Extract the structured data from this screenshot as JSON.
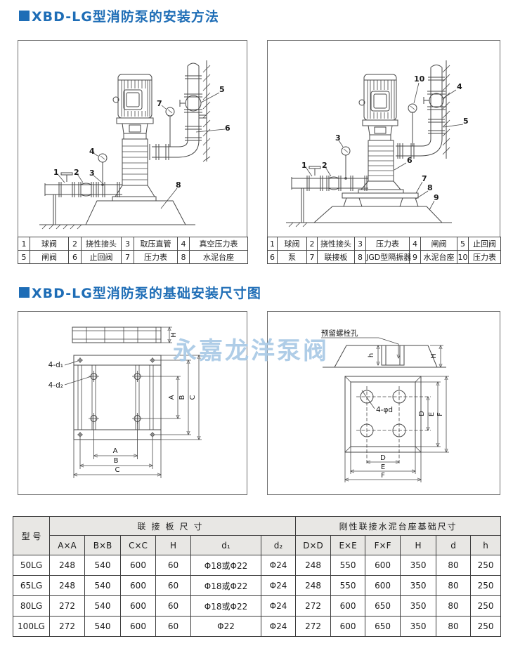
{
  "titles": {
    "section1": "XBD-LG型消防泵的安装方法",
    "section2": "XBD-LG型消防泵的基础安装尺寸图"
  },
  "watermark": "永嘉龙洋泵阀",
  "colors": {
    "accent_blue": "#1e6db6",
    "watermark_blue": "#abcbe6",
    "table_header_bg": "#e8e7e4",
    "diagram_line": "#474747"
  },
  "diagram1": {
    "callouts": [
      "1",
      "2",
      "3",
      "4",
      "5",
      "6",
      "7",
      "8"
    ]
  },
  "diagram2": {
    "callouts": [
      "1",
      "2",
      "3",
      "4",
      "5",
      "6",
      "7",
      "8",
      "9",
      "10"
    ]
  },
  "diagram3": {
    "hole_label_1": "4-d₁",
    "hole_label_2": "4-d₂",
    "dim_h": "H",
    "dims_bottom": [
      "A",
      "B",
      "C"
    ],
    "dims_right": [
      "A",
      "B",
      "C"
    ]
  },
  "diagram4": {
    "bolt_hole_label": "预留螺栓孔",
    "hole_label": "4-φd",
    "dim_big_h": "H",
    "dim_small_h": "h",
    "dims_bottom": [
      "D",
      "E",
      "F"
    ],
    "dims_right": [
      "D",
      "E",
      "F"
    ]
  },
  "parts_left": {
    "rows": [
      [
        "1",
        "球阀",
        "2",
        "挠性接头",
        "3",
        "取压直管",
        "4",
        "真空压力表"
      ],
      [
        "5",
        "闸阀",
        "6",
        "止回阀",
        "7",
        "压力表",
        "8",
        "水泥台座"
      ]
    ]
  },
  "parts_right": {
    "rows": [
      [
        "1",
        "球阀",
        "2",
        "挠性接头",
        "3",
        "压力表",
        "4",
        "闸阀",
        "5",
        "止回阀"
      ],
      [
        "6",
        "泵",
        "7",
        "联接板",
        "8",
        "JGD型隔振器",
        "9",
        "水泥台座",
        "10",
        "压力表"
      ]
    ]
  },
  "spec": {
    "model_header": "型 号",
    "group1": "联接板尺寸",
    "group2": "刚性联接水泥台座基础尺寸",
    "subheaders": [
      "A×A",
      "B×B",
      "C×C",
      "H",
      "d₁",
      "d₂",
      "D×D",
      "E×E",
      "F×F",
      "H",
      "d",
      "h"
    ],
    "rows": [
      {
        "model": "50LG",
        "values": [
          "248",
          "540",
          "600",
          "60",
          "Φ18或Φ22",
          "Φ24",
          "248",
          "550",
          "600",
          "350",
          "80",
          "250"
        ]
      },
      {
        "model": "65LG",
        "values": [
          "248",
          "540",
          "600",
          "60",
          "Φ18或Φ22",
          "Φ24",
          "248",
          "550",
          "600",
          "350",
          "80",
          "250"
        ]
      },
      {
        "model": "80LG",
        "values": [
          "272",
          "540",
          "600",
          "60",
          "Φ18或Φ22",
          "Φ24",
          "272",
          "600",
          "650",
          "350",
          "80",
          "250"
        ]
      },
      {
        "model": "100LG",
        "values": [
          "272",
          "540",
          "600",
          "60",
          "Φ22",
          "Φ24",
          "272",
          "600",
          "650",
          "350",
          "80",
          "250"
        ]
      }
    ]
  }
}
